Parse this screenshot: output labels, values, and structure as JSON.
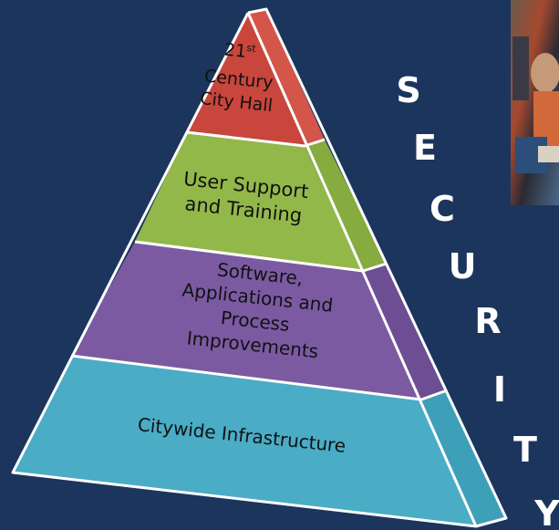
{
  "pyramid": {
    "tiers": [
      {
        "id": "city-hall",
        "lines": [
          "21st",
          "Century",
          "City Hall"
        ],
        "color": "#c8463c",
        "side": "#d4554a"
      },
      {
        "id": "user-support",
        "lines": [
          "User Support",
          "and Training"
        ],
        "color": "#93b84a",
        "side": "#86ab3f"
      },
      {
        "id": "software",
        "lines": [
          "Software,",
          "Applications and",
          "Process",
          "Improvements"
        ],
        "color": "#7b5aa2",
        "side": "#6c4d91"
      },
      {
        "id": "infrastructure",
        "lines": [
          "Citywide Infrastructure"
        ],
        "color": "#4aacc5",
        "side": "#3c9cb5"
      }
    ],
    "top_label": {
      "number": "21",
      "suffix": "st"
    }
  },
  "security": {
    "word": "SECURITY",
    "letters": [
      "S",
      "E",
      "C",
      "U",
      "R",
      "I",
      "T",
      "Y"
    ]
  },
  "photo": {
    "alt": "photo of people"
  }
}
